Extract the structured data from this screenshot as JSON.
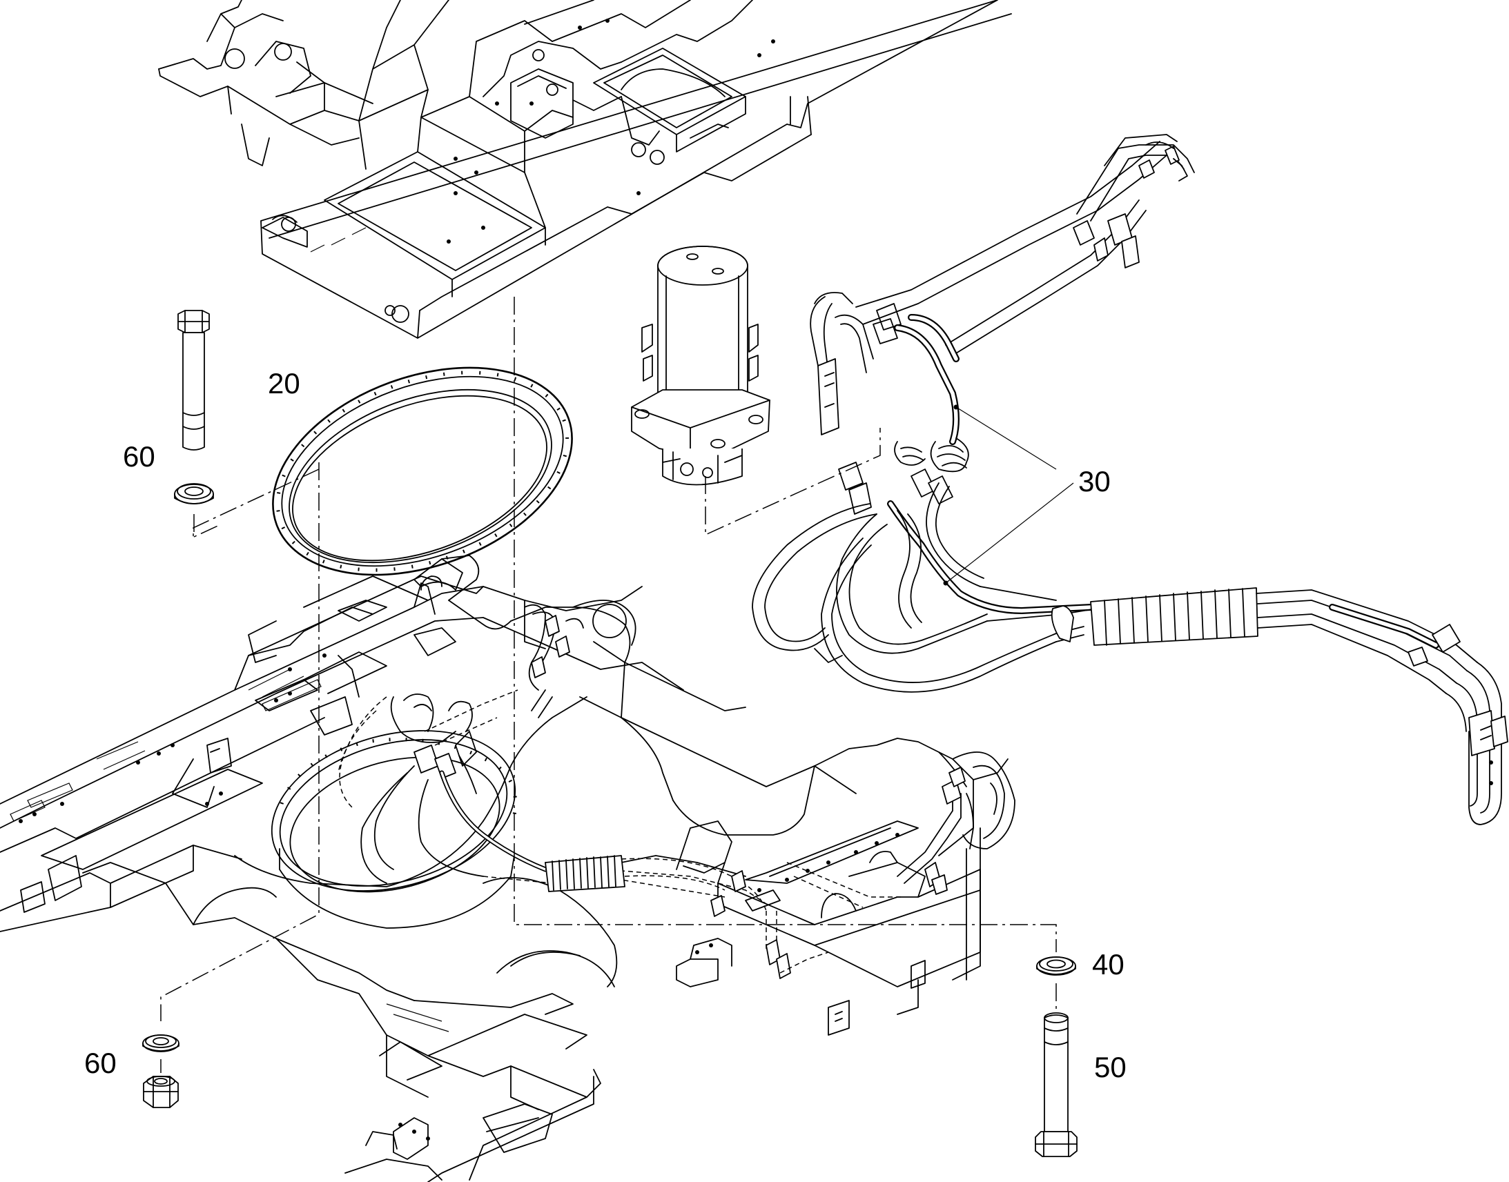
{
  "callouts": {
    "ring": "20",
    "hoses": "30",
    "washer": "40",
    "bolt": "50",
    "bolt_top": "60",
    "nut_bottom": "60"
  }
}
